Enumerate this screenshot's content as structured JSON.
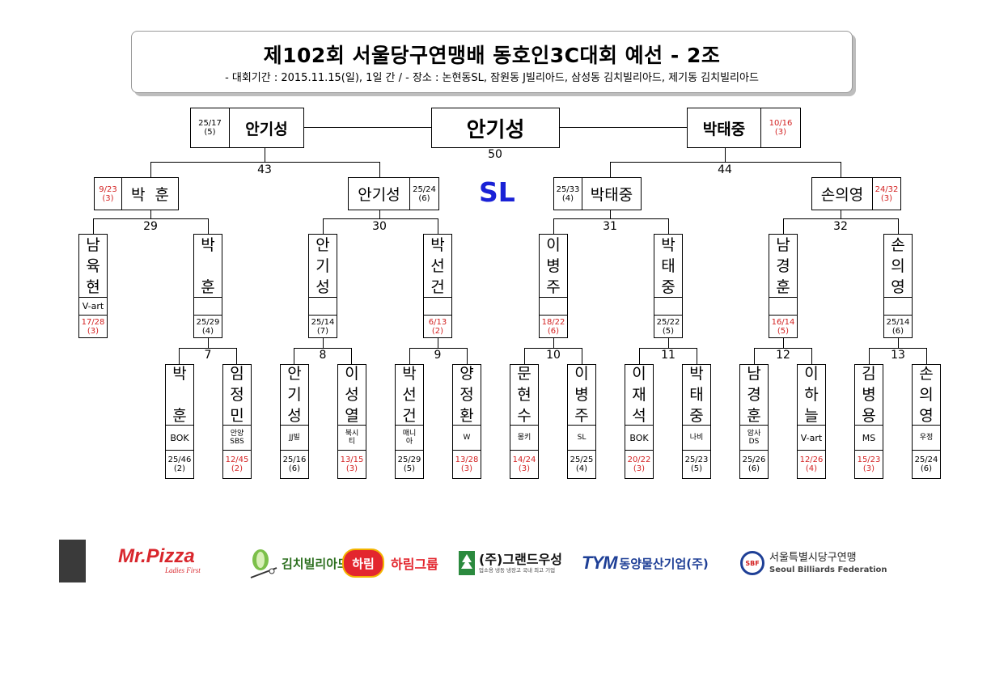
{
  "header": {
    "title": "제102회 서울당구연맹배 동호인3C대회 예선 - 2조",
    "subtitle": "- 대회기간 : 2015.11.15(일), 1일 간 / - 장소 : 논현동SL, 잠원동 J빌리아드, 삼성동 김치빌리아드, 제기동 김치빌리아드"
  },
  "final": {
    "winner": "안기성",
    "match_no": "50"
  },
  "semis": [
    {
      "name": "안기성",
      "score": "25/17\n(5)"
    },
    {
      "name": "박태중",
      "score": "10/16\n(3)"
    }
  ],
  "match_numbers": {
    "m43": "43",
    "m44": "44",
    "m29": "29",
    "m30": "30",
    "m31": "31",
    "m32": "32",
    "m7": "7",
    "m8": "8",
    "m9": "9",
    "m10": "10",
    "m11": "11",
    "m12": "12",
    "m13": "13"
  },
  "quarters": [
    {
      "name": "박  훈",
      "score": "9/23\n(3)"
    },
    {
      "name": "안기성",
      "score": "25/24\n(6)"
    },
    {
      "name": "박태중",
      "score": "25/33\n(4)"
    },
    {
      "name": "손의영",
      "score": "24/32\n(3)"
    }
  ],
  "venue_mark": "SL",
  "round2": [
    {
      "name": "남\n육\n현",
      "club": "V-art",
      "score": "17/28\n(3)"
    },
    {
      "name": "박\n\n훈",
      "club": "",
      "score": "25/29\n(4)"
    },
    {
      "name": "안\n기\n성",
      "club": "",
      "score": "25/14\n(7)"
    },
    {
      "name": "박\n선\n건",
      "club": "",
      "score": "6/13\n(2)"
    },
    {
      "name": "이\n병\n주",
      "club": "",
      "score": "18/22\n(6)"
    },
    {
      "name": "박\n태\n중",
      "club": "",
      "score": "25/22\n(5)"
    },
    {
      "name": "남\n경\n훈",
      "club": "",
      "score": "16/14\n(5)"
    },
    {
      "name": "손\n의\n영",
      "club": "",
      "score": "25/14\n(6)"
    }
  ],
  "round1": [
    {
      "name": "박\n\n훈",
      "club": "BOK",
      "score": "25/46\n(2)"
    },
    {
      "name": "임\n정\n민",
      "club": "안양\nSBS",
      "score": "12/45\n(2)"
    },
    {
      "name": "안\n기\n성",
      "club": "JJ빌",
      "score": "25/16\n(6)"
    },
    {
      "name": "이\n성\n열",
      "club": "북시\n티",
      "score": "13/15\n(3)"
    },
    {
      "name": "박\n선\n건",
      "club": "매니\n아",
      "score": "25/29\n(5)"
    },
    {
      "name": "양\n정\n환",
      "club": "W",
      "score": "13/28\n(3)"
    },
    {
      "name": "문\n현\n수",
      "club": "몽키",
      "score": "14/24\n(3)"
    },
    {
      "name": "이\n병\n주",
      "club": "SL",
      "score": "25/25\n(4)"
    },
    {
      "name": "이\n재\n석",
      "club": "BOK",
      "score": "20/22\n(3)"
    },
    {
      "name": "박\n태\n중",
      "club": "나비",
      "score": "25/23\n(5)"
    },
    {
      "name": "남\n경\n훈",
      "club": "암사\nDS",
      "score": "25/26\n(6)"
    },
    {
      "name": "이\n하\n늘",
      "club": "V-art",
      "score": "12/26\n(4)"
    },
    {
      "name": "김\n병\n용",
      "club": "MS",
      "score": "15/23\n(3)"
    },
    {
      "name": "손\n의\n영",
      "club": "우정",
      "score": "25/24\n(6)"
    }
  ],
  "sponsors": {
    "mrpizza": "Mr.Pizza",
    "mrpizza_tag": "Ladies First",
    "kimchi": "김치빌리아드",
    "harim_badge": "하림",
    "harim": "하림그룹",
    "grand": "(주)그랜드우성",
    "grand_sub": "업소용 냉동 냉장고 국내 최고 기업",
    "tym_mark": "TYM",
    "tym": "동양물산기업(주)",
    "sbf_mark": "SBF",
    "sbf": "서울특별시당구연맹",
    "sbf_en": "Seoul Billiards Federation"
  },
  "colors": {
    "loss_score": "#d32222",
    "sl": "#1a22d6",
    "pizza": "#d8262c",
    "pizza_accent": "#f5a623",
    "tym": "#1e3f96",
    "harim": "#e3262e",
    "grand": "#2b8a3e"
  }
}
